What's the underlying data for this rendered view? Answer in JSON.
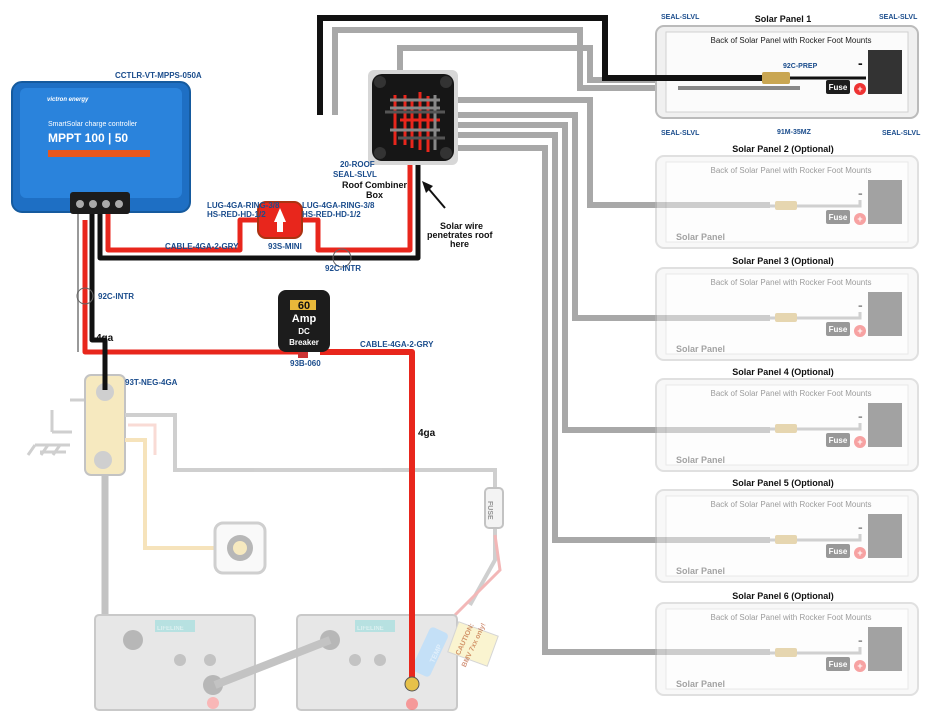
{
  "controller": {
    "part": "CCTLR-VT-MPPS-050A",
    "brand": "victron energy",
    "line1": "SmartSolar charge controller",
    "model": "MPPT 100 | 50"
  },
  "combiner": {
    "title": "Roof Combiner Box",
    "part_line1": "20-ROOF",
    "part_line2": "SEAL-SLVL",
    "penetration_note_lines": [
      "Solar wire",
      "penetrates roof",
      "here"
    ]
  },
  "left_lugs": {
    "line1": "LUG-4GA-RING-3/8",
    "line2": "HS-RED-HD-1/2"
  },
  "right_lugs": {
    "line1": "LUG-4GA-RING-3/8",
    "line2": "HS-RED-HD-1/2"
  },
  "mini_fuse": {
    "part": "93S-MINI"
  },
  "cables": {
    "cable_upper": "CABLE-4GA-2-GRY",
    "cable_lower": "CABLE-4GA-2-GRY",
    "interconnect_upper": "92C-INTR",
    "interconnect_left": "92C-INTR",
    "gauge_left": "4ga",
    "gauge_right": "4ga"
  },
  "breaker": {
    "amps": "60",
    "unit": "Amp",
    "line3": "DC",
    "line4": "Breaker",
    "part": "93B-060"
  },
  "busbar": {
    "part": "93T-NEG-4GA"
  },
  "inline_fuse": "FUSE",
  "temp_sensor": "TEMP",
  "caution_lines": [
    "CAUTION:",
    "BMV 7xx only!"
  ],
  "battery_brand": "LIFELINE",
  "panels": [
    {
      "title": "Solar Panel 1",
      "caption": "Back of Solar Panel with Rocker Foot Mounts",
      "tag": "",
      "active": true
    },
    {
      "title": "Solar Panel 2 (Optional)",
      "caption": "Back of Solar Panel with Rocker Foot Mounts",
      "tag": "Solar Panel",
      "active": false
    },
    {
      "title": "Solar Panel 3 (Optional)",
      "caption": "Back of Solar Panel with Rocker Foot Mounts",
      "tag": "Solar Panel",
      "active": false
    },
    {
      "title": "Solar Panel 4 (Optional)",
      "caption": "Back of Solar Panel with Rocker Foot Mounts",
      "tag": "Solar Panel",
      "active": false
    },
    {
      "title": "Solar Panel 5 (Optional)",
      "caption": "Back of Solar Panel with Rocker Foot Mounts",
      "tag": "Solar Panel",
      "active": false
    },
    {
      "title": "Solar Panel 6 (Optional)",
      "caption": "Back of Solar Panel with Rocker Foot Mounts",
      "tag": "Solar Panel",
      "active": false
    }
  ],
  "panel_fuse_label": "Fuse",
  "panel1_labels": {
    "seal_tl": "SEAL-SLVL",
    "seal_tr": "SEAL-SLVL",
    "seal_bl": "SEAL-SLVL",
    "seal_br": "SEAL-SLVL",
    "mount": "91M-35MZ",
    "prep": "92C-PREP"
  },
  "colors": {
    "positive": "#e8261c",
    "negative": "#111111",
    "inactive": "#a8a8a8",
    "victron_blue": "#1e6fc4"
  }
}
